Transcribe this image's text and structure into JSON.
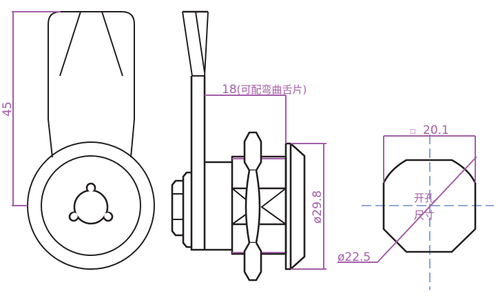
{
  "dimensions": {
    "height": "45",
    "tongue_offset": "18",
    "tongue_note": "(可配弯曲舌片)",
    "flange_diameter": "ø29.8",
    "square_symbol": "□",
    "cutout_width": "20.1",
    "cutout_diameter": "ø22.5",
    "cutout_label_line1": "开孔",
    "cutout_label_line2": "尺寸"
  },
  "colors": {
    "dimension": "#a45ea8",
    "centerline": "#6a8cc8",
    "outline": "#231f20"
  }
}
